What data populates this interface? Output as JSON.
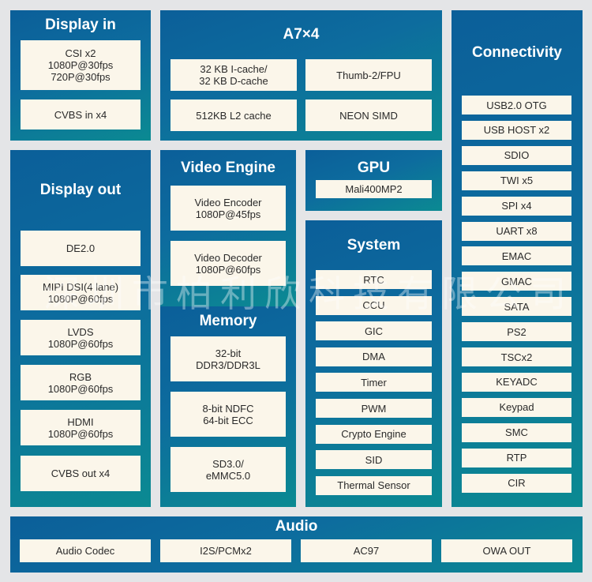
{
  "display_in": {
    "title": "Display in",
    "csi": [
      "CSI x2",
      "1080P@30fps",
      "720P@30fps"
    ],
    "cvbs_in": "CVBS in x4"
  },
  "cpu": {
    "title": "A7×4",
    "cache": [
      "32 KB I-cache/",
      "32 KB D-cache"
    ],
    "thumb": "Thumb-2/FPU",
    "l2": "512KB L2 cache",
    "neon": "NEON SIMD"
  },
  "connectivity": {
    "title": "Connectivity",
    "items": [
      "USB2.0 OTG",
      "USB HOST x2",
      "SDIO",
      "TWI x5",
      "SPI x4",
      "UART x8",
      "EMAC",
      "GMAC",
      "SATA",
      "PS2",
      "TSCx2",
      "KEYADC",
      "Keypad",
      "SMC",
      "RTP",
      "CIR"
    ]
  },
  "display_out": {
    "title": "Display out",
    "de": "DE2.0",
    "mipi": [
      "MIPI DSI(4 lane)",
      "1080P@60fps"
    ],
    "lvds": [
      "LVDS",
      "1080P@60fps"
    ],
    "rgb": [
      "RGB",
      "1080P@60fps"
    ],
    "hdmi": [
      "HDMI",
      "1080P@60fps"
    ],
    "cvbs_out": "CVBS out x4"
  },
  "video_engine": {
    "title": "Video Engine",
    "encoder": [
      "Video Encoder",
      "1080P@45fps"
    ],
    "decoder": [
      "Video Decoder",
      "1080P@60fps"
    ]
  },
  "gpu": {
    "title": "GPU",
    "model": "Mali400MP2"
  },
  "system": {
    "title": "System",
    "items": [
      "RTC",
      "CCU",
      "GIC",
      "DMA",
      "Timer",
      "PWM",
      "Crypto Engine",
      "SID",
      "Thermal Sensor"
    ]
  },
  "memory": {
    "title": "Memory",
    "ddr": [
      "32-bit",
      "DDR3/DDR3L"
    ],
    "ndfc": [
      "8-bit NDFC",
      "64-bit ECC"
    ],
    "sd": [
      "SD3.0/",
      "eMMC5.0"
    ]
  },
  "audio": {
    "title": "Audio",
    "items": [
      "Audio Codec",
      "I2S/PCMx2",
      "AC97",
      "OWA OUT"
    ]
  },
  "watermark": "深圳市柏利欣科技有限公司"
}
